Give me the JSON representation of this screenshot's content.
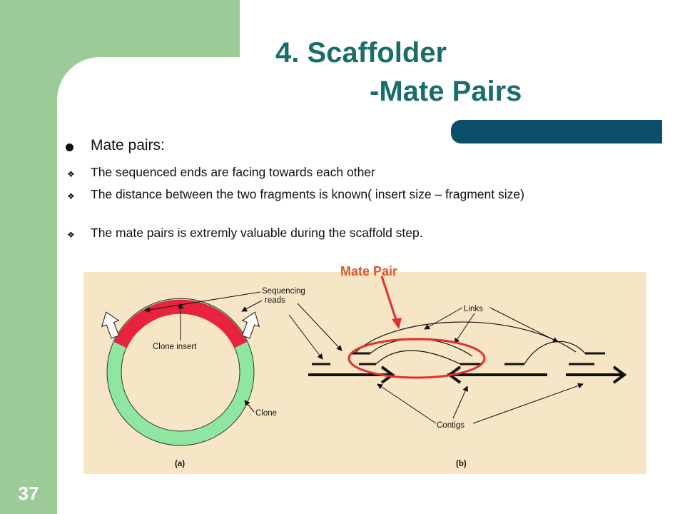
{
  "slide": {
    "title_line1": "4. Scaffolder",
    "title_line2": "-Mate Pairs",
    "slide_number": "37"
  },
  "bullets": {
    "main": "Mate pairs:",
    "sub": [
      "The sequenced ends are facing towards each other",
      "The distance between the two fragments is known( insert size – fragment size)",
      "The mate pairs is extremly valuable during the scaffold step."
    ]
  },
  "figure": {
    "callout_label": "Mate Pair",
    "labels": {
      "sequencing_reads_1": "Sequencing",
      "sequencing_reads_2": "reads",
      "clone_insert": "Clone insert",
      "clone": "Clone",
      "links": "Links",
      "contigs": "Contigs",
      "panel_a": "(a)",
      "panel_b": "(b)"
    }
  },
  "colors": {
    "sidebar_green": "#9ccb97",
    "title_teal": "#1a6e6a",
    "accent_bar": "#0b4f6c",
    "callout_red": "#e0302a",
    "callout_label": "#d9582b",
    "insert_red": "#e8233d",
    "clone_green": "#8ee6a0",
    "figure_bg": "#f7e6c6"
  }
}
